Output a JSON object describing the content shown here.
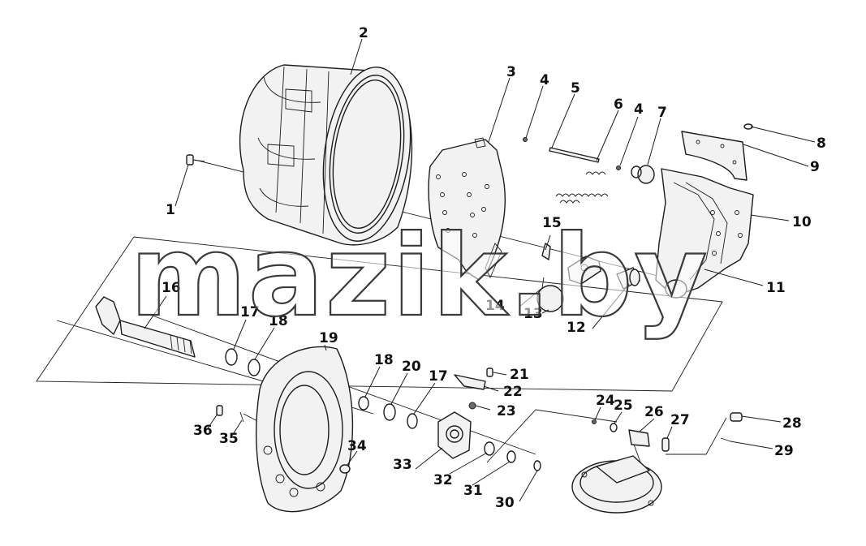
{
  "callouts": [
    {
      "id": "p1",
      "label": "1"
    },
    {
      "id": "p2",
      "label": "2"
    },
    {
      "id": "p3",
      "label": "3"
    },
    {
      "id": "p4a",
      "label": "4"
    },
    {
      "id": "p5",
      "label": "5"
    },
    {
      "id": "p6",
      "label": "6"
    },
    {
      "id": "p4b",
      "label": "4"
    },
    {
      "id": "p7",
      "label": "7"
    },
    {
      "id": "p8",
      "label": "8"
    },
    {
      "id": "p9",
      "label": "9"
    },
    {
      "id": "p10",
      "label": "10"
    },
    {
      "id": "p11",
      "label": "11"
    },
    {
      "id": "p12",
      "label": "12"
    },
    {
      "id": "p13",
      "label": "13"
    },
    {
      "id": "p14",
      "label": "14"
    },
    {
      "id": "p15",
      "label": "15"
    },
    {
      "id": "p16",
      "label": "16"
    },
    {
      "id": "p17a",
      "label": "17"
    },
    {
      "id": "p18a",
      "label": "18"
    },
    {
      "id": "p19",
      "label": "19"
    },
    {
      "id": "p18b",
      "label": "18"
    },
    {
      "id": "p20",
      "label": "20"
    },
    {
      "id": "p17b",
      "label": "17"
    },
    {
      "id": "p21",
      "label": "21"
    },
    {
      "id": "p22",
      "label": "22"
    },
    {
      "id": "p23",
      "label": "23"
    },
    {
      "id": "p24",
      "label": "24"
    },
    {
      "id": "p25",
      "label": "25"
    },
    {
      "id": "p26",
      "label": "26"
    },
    {
      "id": "p27",
      "label": "27"
    },
    {
      "id": "p28",
      "label": "28"
    },
    {
      "id": "p29",
      "label": "29"
    },
    {
      "id": "p30",
      "label": "30"
    },
    {
      "id": "p31",
      "label": "31"
    },
    {
      "id": "p32",
      "label": "32"
    },
    {
      "id": "p33",
      "label": "33"
    },
    {
      "id": "p34",
      "label": "34"
    },
    {
      "id": "p35",
      "label": "35"
    },
    {
      "id": "p36",
      "label": "36"
    }
  ],
  "watermark": "mazik.by"
}
